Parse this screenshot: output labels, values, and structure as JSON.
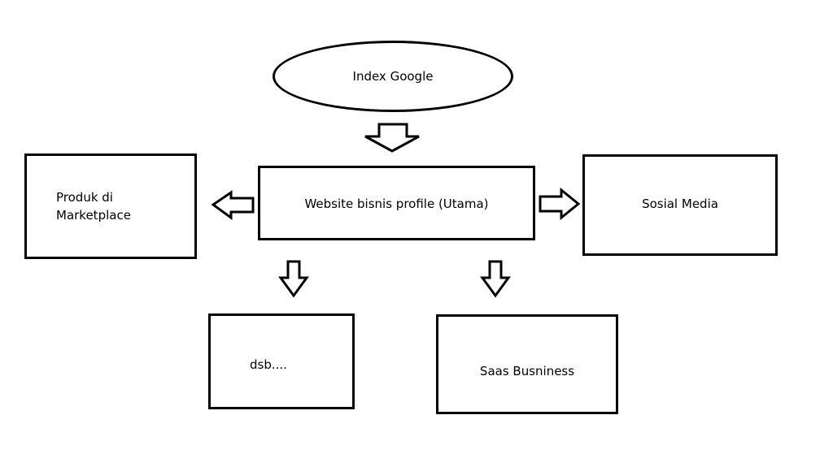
{
  "nodes": {
    "index_google": "Index Google",
    "website_main": "Website bisnis profile (Utama)",
    "marketplace": "Produk di\nMarketplace",
    "social_media": "Sosial Media",
    "dsb": "dsb....",
    "saas": "Saas Busniness"
  },
  "colors": {
    "stroke": "#000000",
    "fill": "#ffffff"
  }
}
